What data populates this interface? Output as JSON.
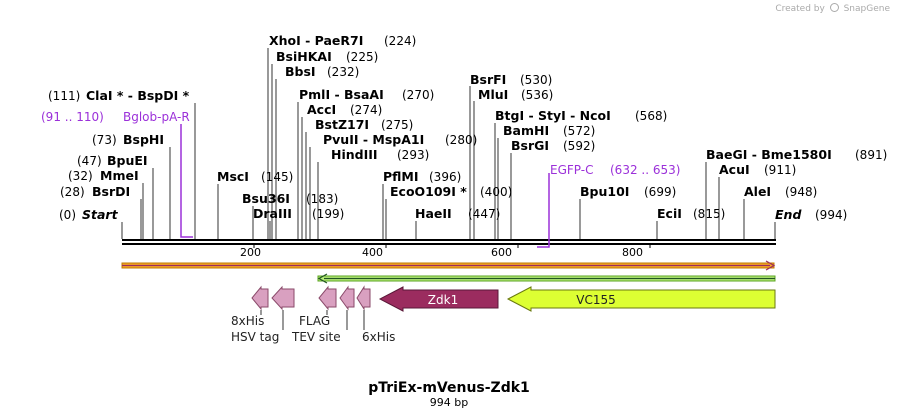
{
  "header": {
    "credit_prefix": "Created by",
    "credit_brand": "SnapGene"
  },
  "colors": {
    "backbone": "#000000",
    "primer": "#9b30d9",
    "orange_bar": "#f5a623",
    "green_bar": "#7ed321",
    "zdk1": "#9b2c5f",
    "vc155": "#ddff33",
    "tags": "#d9a0c0"
  },
  "map": {
    "title": "pTriEx-mVenus-Zdk1",
    "subtitle": "994 bp",
    "length": 994,
    "ruler_ticks": [
      "200",
      "400",
      "600",
      "800"
    ],
    "sites": [
      {
        "name": "Start",
        "pos": "(0)",
        "italic": true
      },
      {
        "name": "BsrDI",
        "pos": "(28)"
      },
      {
        "name": "MmeI",
        "pos": "(32)"
      },
      {
        "name": "BpuEI",
        "pos": "(47)"
      },
      {
        "name": "BspHI",
        "pos": "(73)"
      },
      {
        "name": "ClaI * - BspDI *",
        "pos": "(111)"
      },
      {
        "name": "MscI",
        "pos": "(145)"
      },
      {
        "name": "Bsu36I",
        "pos": "(183)"
      },
      {
        "name": "DraIII",
        "pos": "(199)"
      },
      {
        "name": "XhoI - PaeR7I",
        "pos": "(224)"
      },
      {
        "name": "BsiHKAI",
        "pos": "(225)"
      },
      {
        "name": "BbsI",
        "pos": "(232)"
      },
      {
        "name": "PmlI - BsaAI",
        "pos": "(270)"
      },
      {
        "name": "AccI",
        "pos": "(274)"
      },
      {
        "name": "BstZ17I",
        "pos": "(275)"
      },
      {
        "name": "PvuII - MspA1I",
        "pos": "(280)"
      },
      {
        "name": "HindIII",
        "pos": "(293)"
      },
      {
        "name": "PflMI",
        "pos": "(396)"
      },
      {
        "name": "EcoO109I *",
        "pos": "(400)"
      },
      {
        "name": "HaeII",
        "pos": "(447)"
      },
      {
        "name": "BsrFI",
        "pos": "(530)"
      },
      {
        "name": "MluI",
        "pos": "(536)"
      },
      {
        "name": "BtgI - StyI - NcoI",
        "pos": "(568)"
      },
      {
        "name": "BamHI",
        "pos": "(572)"
      },
      {
        "name": "BsrGI",
        "pos": "(592)"
      },
      {
        "name": "Bpu10I",
        "pos": "(699)"
      },
      {
        "name": "EciI",
        "pos": "(815)"
      },
      {
        "name": "BaeGI - Bme1580I",
        "pos": "(891)"
      },
      {
        "name": "AcuI",
        "pos": "(911)"
      },
      {
        "name": "AleI",
        "pos": "(948)"
      },
      {
        "name": "End",
        "pos": "(994)",
        "italic": true
      }
    ],
    "primers": [
      {
        "range": "(91 .. 110)",
        "name": "Bglob-pA-R"
      },
      {
        "name": "EGFP-C",
        "range": "(632 .. 653)"
      }
    ],
    "features": [
      {
        "name": "Zdk1"
      },
      {
        "name": "VC155"
      },
      {
        "name": "8xHis"
      },
      {
        "name": "HSV tag"
      },
      {
        "name": "FLAG"
      },
      {
        "name": "TEV site"
      },
      {
        "name": "6xHis"
      }
    ]
  }
}
